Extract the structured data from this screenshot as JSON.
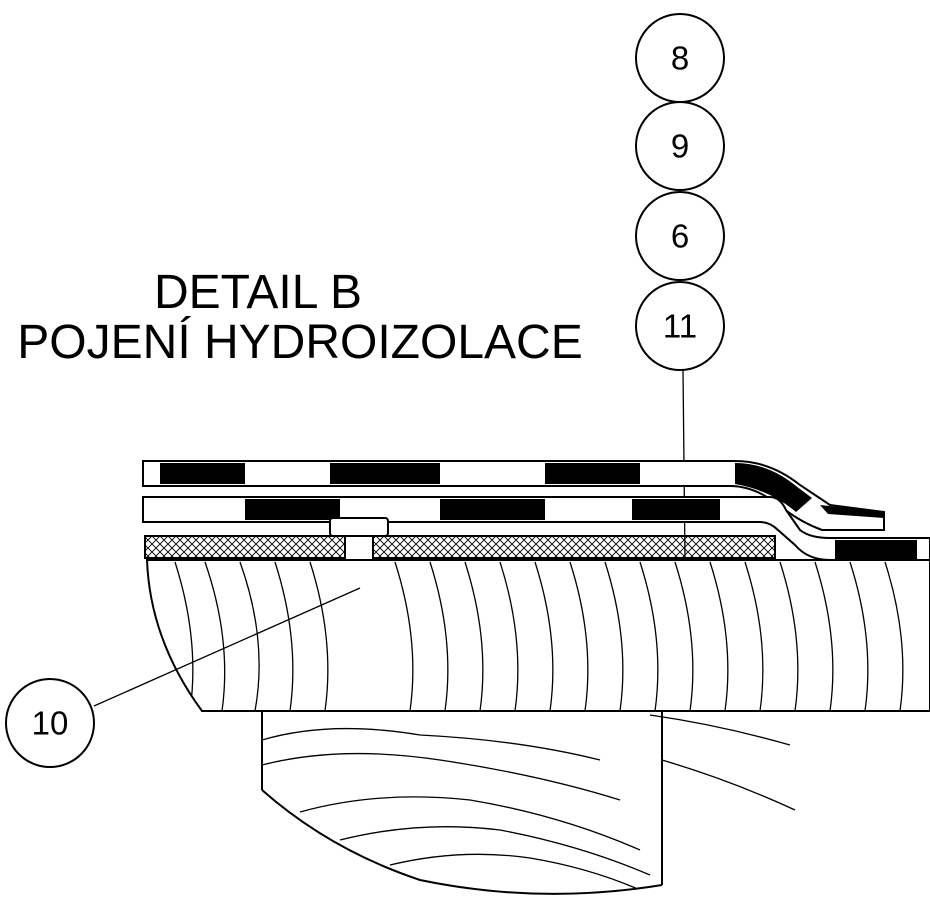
{
  "title": {
    "line1": "DETAIL B",
    "line2": "POJENÍ HYDROIZOLACE"
  },
  "callouts": {
    "c8": "8",
    "c9": "9",
    "c6": "6",
    "c11": "11",
    "c10": "10"
  },
  "colors": {
    "ink": "#000000",
    "paper": "#ffffff"
  }
}
